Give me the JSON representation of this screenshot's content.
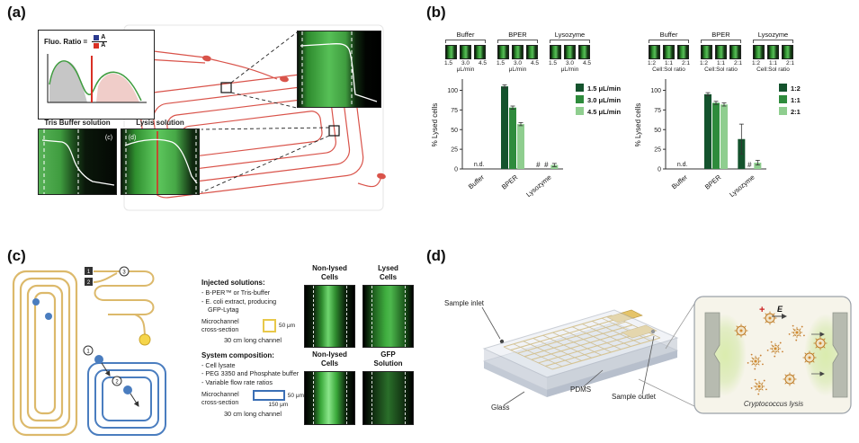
{
  "panels": {
    "a_label": "(a)",
    "b_label": "(b)",
    "c_label": "(c)",
    "d_label": "(d)"
  },
  "colors": {
    "channel_red": "#d9534a",
    "chip_tan": "#dcb96b",
    "chip_blue": "#4a7dbf",
    "electrode_gold": "#c9a13b",
    "fluorescence_green": "#3f9c3f",
    "series_dark_green": "#14532d",
    "series_mid_green": "#2e8b3c",
    "series_light_green": "#8fce8f"
  },
  "panel_a": {
    "fluo_box": {
      "title": "Fluo. Ratio =",
      "numerator": "A",
      "denominator": "A"
    },
    "tris_label": "Tris Buffer solution",
    "lysis_label": "Lysis solution",
    "sub_c": "(c)",
    "sub_d": "(d)"
  },
  "panel_b": {
    "left_strips": {
      "groups": [
        "Buffer",
        "BPER",
        "Lysozyme"
      ],
      "ticks": [
        "1.5",
        "3.0",
        "4.5"
      ],
      "unit": "μL/min"
    },
    "right_strips": {
      "groups": [
        "Buffer",
        "BPER",
        "Lysozyme"
      ],
      "ticks": [
        "1:2",
        "1:1",
        "2:1"
      ],
      "unit": "Cell:Sol ratio"
    }
  },
  "chart_data": [
    {
      "type": "bar",
      "title": "",
      "xlabel": "",
      "ylabel": "% Lysed cells",
      "ylim": [
        0,
        112
      ],
      "yticks": [
        0,
        25,
        50,
        75,
        100
      ],
      "grid": false,
      "legend_position": "right",
      "categories": [
        "Buffer",
        "BPER",
        "Lysozyme"
      ],
      "category_notes": [
        {
          "category": "Buffer",
          "text": "n.d."
        }
      ],
      "series": [
        {
          "name": "1.5 μL/min",
          "color": "#14532d",
          "values": [
            null,
            105,
            "#"
          ],
          "errors": [
            null,
            2,
            null
          ]
        },
        {
          "name": "3.0 μL/min",
          "color": "#2e8b3c",
          "values": [
            null,
            78,
            "#"
          ],
          "errors": [
            null,
            2,
            null
          ]
        },
        {
          "name": "4.5 μL/min",
          "color": "#8fce8f",
          "values": [
            null,
            57,
            5
          ],
          "errors": [
            null,
            2,
            2
          ]
        }
      ]
    },
    {
      "type": "bar",
      "title": "",
      "xlabel": "",
      "ylabel": "% Lysed cells",
      "ylim": [
        0,
        112
      ],
      "yticks": [
        0,
        25,
        50,
        75,
        100
      ],
      "grid": false,
      "legend_position": "right",
      "categories": [
        "Buffer",
        "BPER",
        "Lysozyme"
      ],
      "category_notes": [
        {
          "category": "Buffer",
          "text": "n.d."
        }
      ],
      "series": [
        {
          "name": "1:2",
          "color": "#14532d",
          "values": [
            null,
            95,
            38
          ],
          "errors": [
            null,
            2,
            19
          ]
        },
        {
          "name": "1:1",
          "color": "#2e8b3c",
          "values": [
            null,
            84,
            "#"
          ],
          "errors": [
            null,
            2,
            null
          ]
        },
        {
          "name": "2:1",
          "color": "#8fce8f",
          "values": [
            null,
            82,
            8
          ],
          "errors": [
            null,
            2,
            3
          ]
        }
      ]
    }
  ],
  "panel_c": {
    "injected": {
      "title": "Injected solutions:",
      "items": [
        "- B-PER™ or Tris-buffer",
        "- E. coli extract, producing",
        "GFP-Lytag"
      ],
      "cross_section_label": "Microchannel cross-section",
      "cross_section_dim": "50 μm",
      "channel_note": "30 cm long channel"
    },
    "system": {
      "title": "System composition:",
      "items": [
        "- Cell lysate",
        "- PEG 3350 and Phosphate buffer",
        "- Variable flow rate ratios"
      ],
      "cross_section_label": "Microchannel cross-section",
      "cross_section_width": "150 μm",
      "cross_section_height": "50 μm",
      "channel_note": "30 cm long channel"
    },
    "markers_top": [
      "1",
      "2",
      "3"
    ],
    "markers_bottom": [
      "1",
      "2"
    ],
    "image_labels": [
      "Non-lysed\nCells",
      "Lysed\nCells",
      "Non-lysed\nCells",
      "GFP\nSolution"
    ]
  },
  "panel_d": {
    "labels": {
      "sample_inlet": "Sample inlet",
      "pdms": "PDMS",
      "glass": "Glass",
      "sample_outlet": "Sample outlet"
    },
    "inset": {
      "plus": "+",
      "field": "E",
      "caption": "Cryptococcus lysis"
    }
  }
}
